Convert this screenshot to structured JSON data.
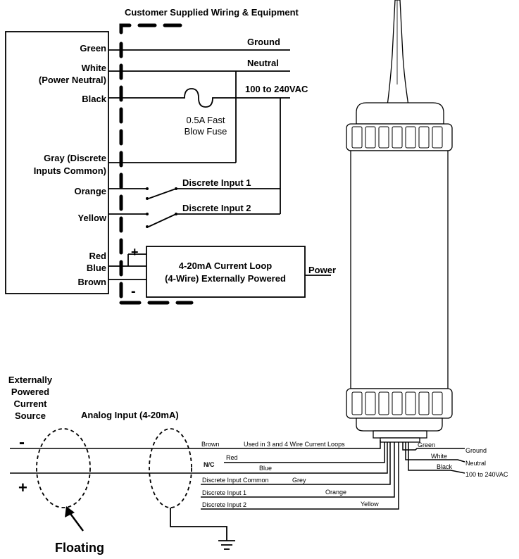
{
  "header": {
    "title": "Customer Supplied Wiring & Equipment"
  },
  "wires_left": {
    "green": "Green",
    "white": "White",
    "power_neutral": "(Power Neutral)",
    "black": "Black",
    "gray1": "Gray (Discrete",
    "gray2": "Inputs Common)",
    "orange": "Orange",
    "yellow": "Yellow",
    "red": "Red",
    "blue": "Blue",
    "brown": "Brown"
  },
  "lines_right": {
    "ground": "Ground",
    "neutral": "Neutral",
    "ac": "100 to 240VAC"
  },
  "fuse": {
    "line1": "0.5A Fast",
    "line2": "Blow Fuse"
  },
  "discrete": {
    "input1": "Discrete Input 1",
    "input2": "Discrete Input 2"
  },
  "loop": {
    "line1": "4-20mA Current Loop",
    "line2": "(4-Wire) Externally Powered",
    "plus": "+",
    "minus": "-",
    "power": "Power"
  },
  "source": {
    "l1": "Externally",
    "l2": "Powered",
    "l3": "Current",
    "l4": "Source",
    "analog": "Analog Input (4-20mA)",
    "minus": "-",
    "plus": "+",
    "floating": "Floating"
  },
  "bottom_wires": {
    "brown": "Brown",
    "used": "Used in 3 and 4  Wire Current Loops",
    "nc": "N/C",
    "red": "Red",
    "blue": "Blue",
    "common": "Discrete Input Common",
    "grey": "Grey",
    "di1": "Discrete Input 1",
    "orange": "Orange",
    "di2": "Discrete Input 2",
    "yellow": "Yellow",
    "green": "Green",
    "ground": "Ground",
    "white": "White",
    "neutral": "Neutral",
    "black": "Black",
    "ac": "100 to 240VAC"
  }
}
